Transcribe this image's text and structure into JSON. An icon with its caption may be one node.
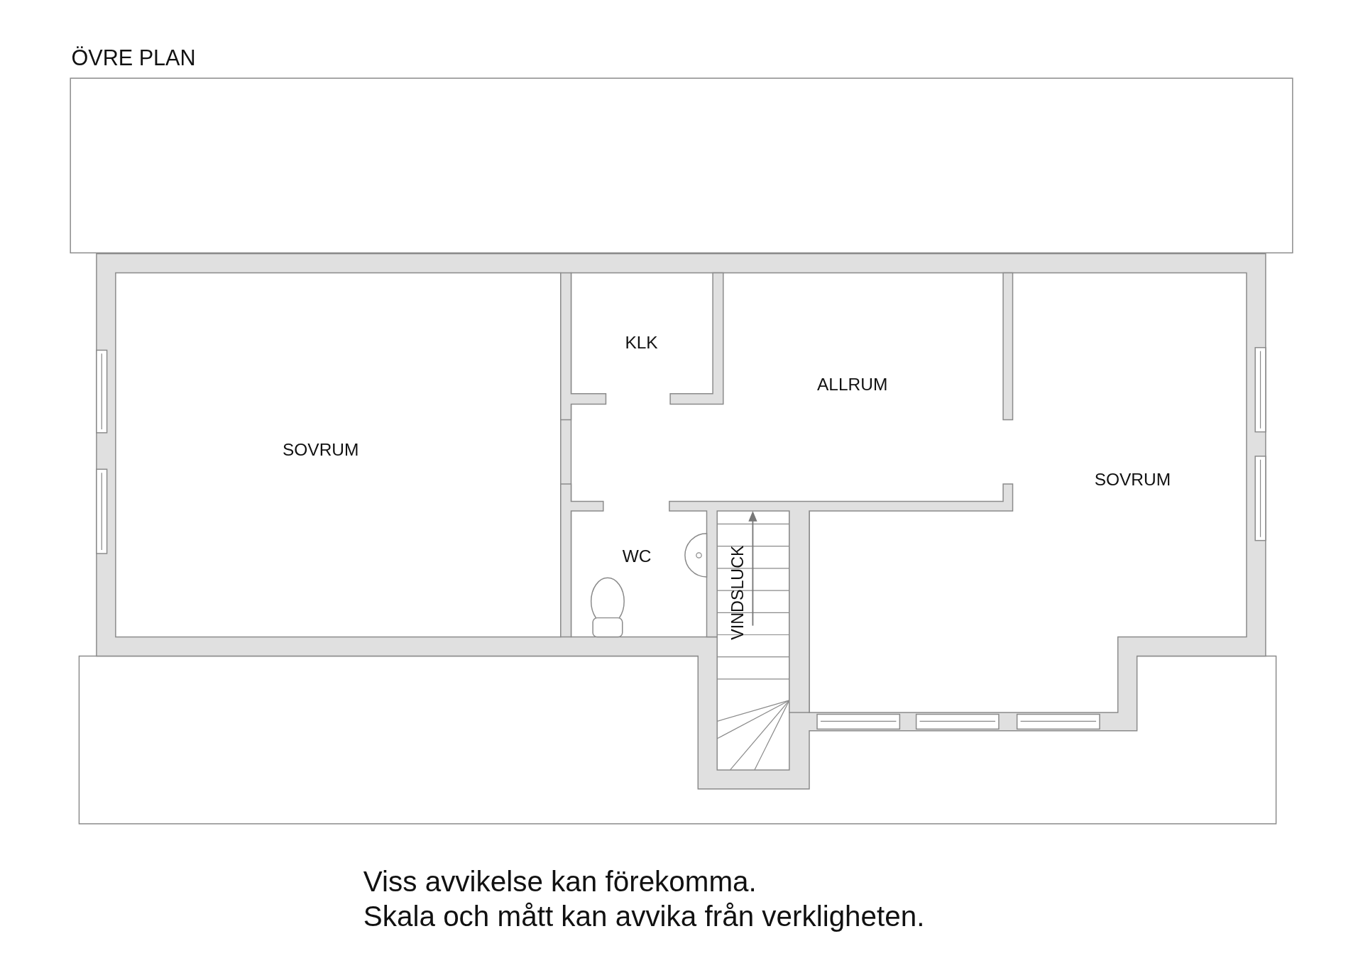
{
  "diagram": {
    "title": "ÖVRE PLAN",
    "labels": [
      "KLK",
      "ALLRUM",
      "SOVRUM",
      "SOVRUM",
      "WC",
      "VINDSLUCK"
    ],
    "caption": "Viss avvikelse kan förekomma. Skala och mått kan avvika från verkligheten."
  }
}
